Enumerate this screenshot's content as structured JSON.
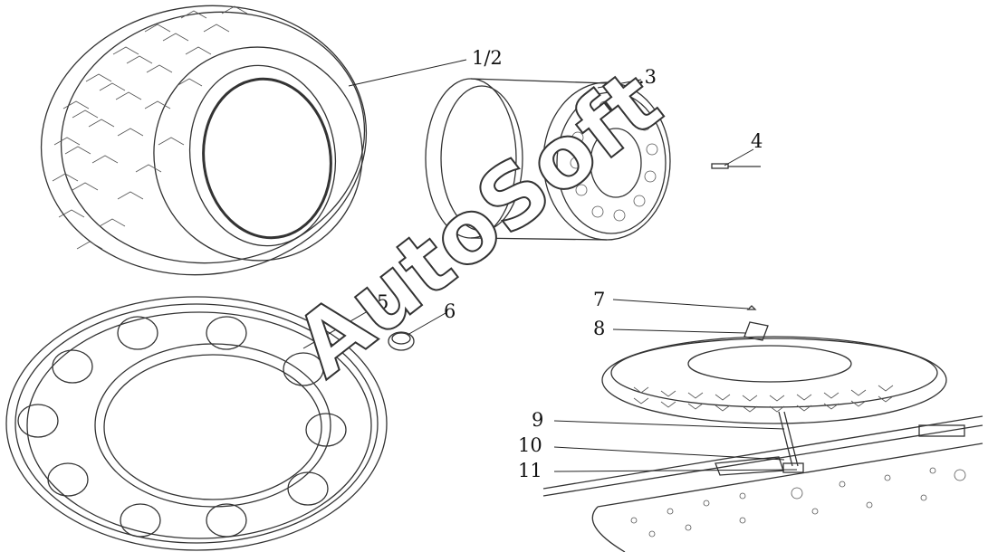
{
  "watermark": "AutoSoft",
  "callouts": [
    {
      "id": "c-1-2",
      "text": "1/2"
    },
    {
      "id": "c-3",
      "text": ".3"
    },
    {
      "id": "c-4",
      "text": "4"
    },
    {
      "id": "c-5",
      "text": "5"
    },
    {
      "id": "c-6",
      "text": "6"
    },
    {
      "id": "c-7",
      "text": "7"
    },
    {
      "id": "c-8",
      "text": "8"
    },
    {
      "id": "c-9",
      "text": "9"
    },
    {
      "id": "c-10",
      "text": "10"
    },
    {
      "id": "c-11",
      "text": "11"
    }
  ]
}
